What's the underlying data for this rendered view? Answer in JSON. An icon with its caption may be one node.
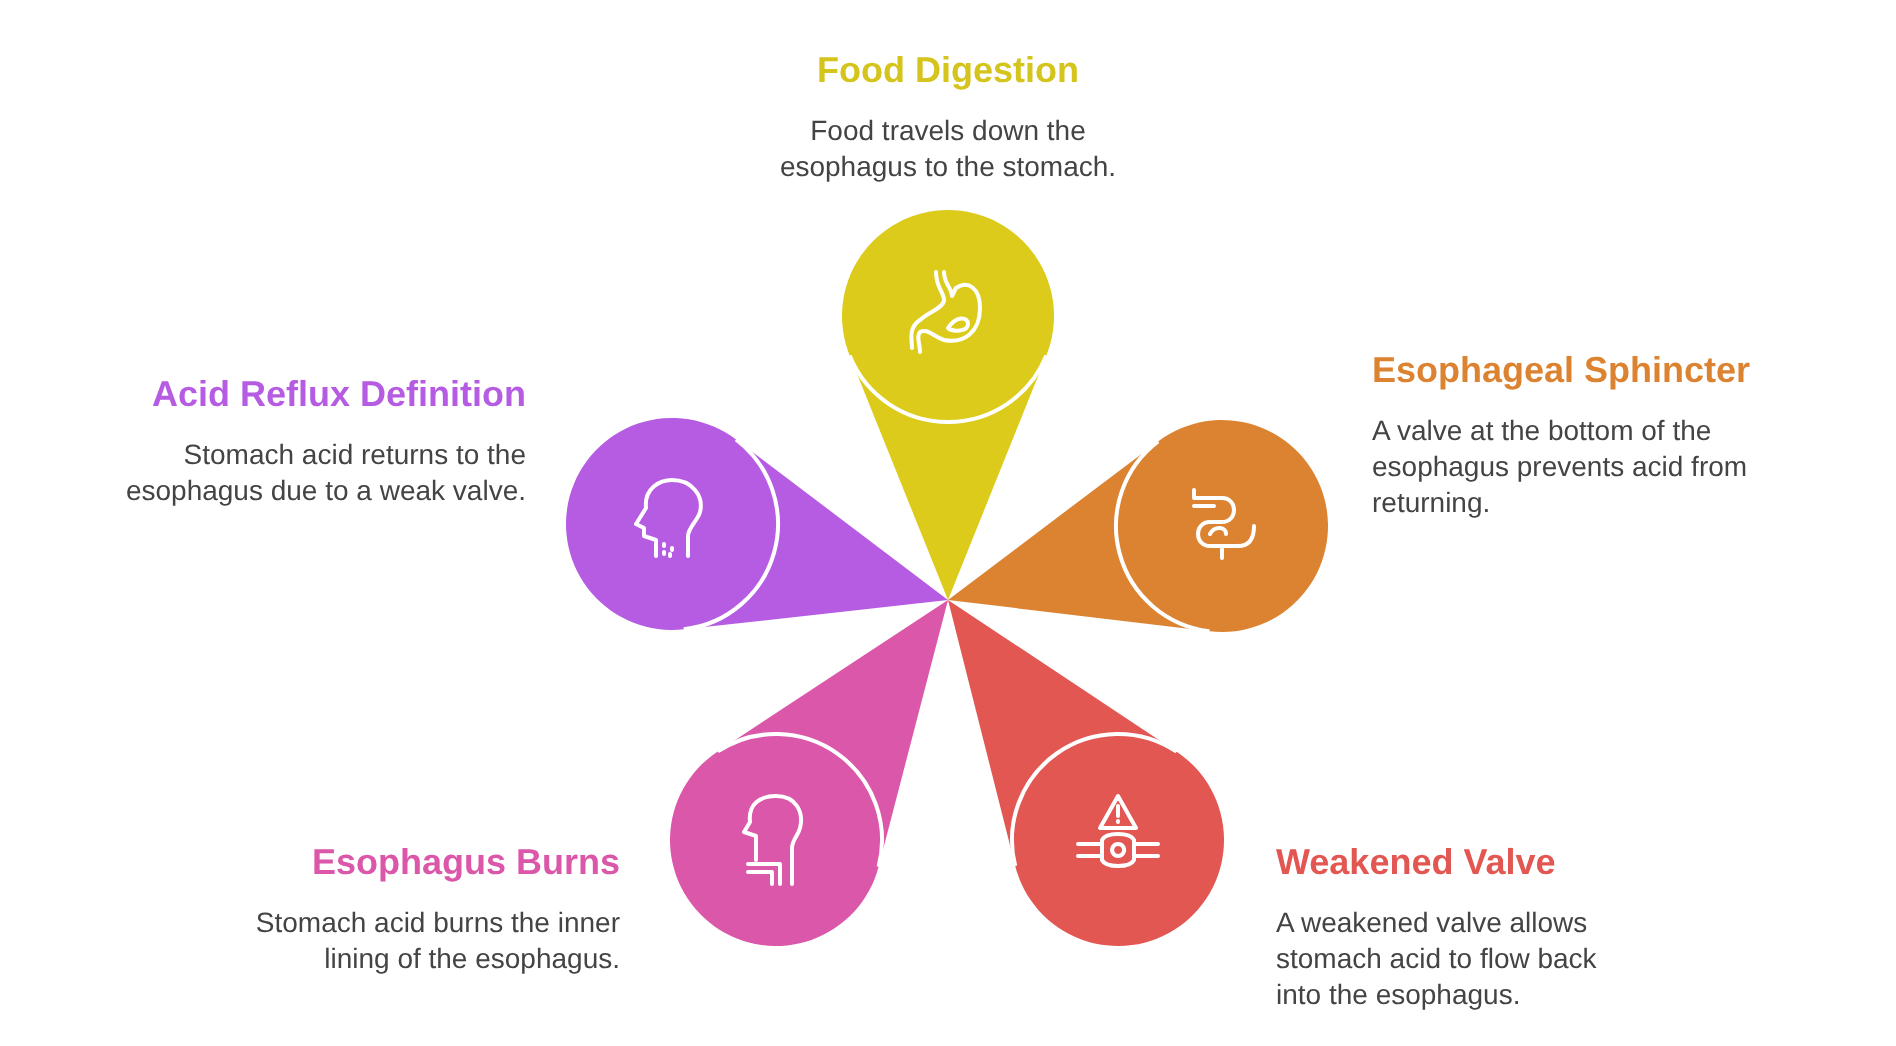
{
  "diagram": {
    "nodes": [
      {
        "text": [
          "Food Digestion",
          "Food travels down the esophagus to the stomach."
        ]
      },
      {
        "text": [
          "Esophageal Sphincter",
          "A valve at the bottom of the esophagus prevents acid from returning."
        ]
      },
      {
        "text": [
          "Weakened Valve",
          "A weakened valve allows stomach acid to flow back into the esophagus."
        ]
      },
      {
        "text": [
          "Esophagus Burns",
          "Stomach acid burns the inner lining of the esophagus."
        ]
      },
      {
        "text": [
          "Acid Reflux Definition",
          "Stomach acid returns to the esophagus due to a weak valve."
        ]
      }
    ]
  }
}
